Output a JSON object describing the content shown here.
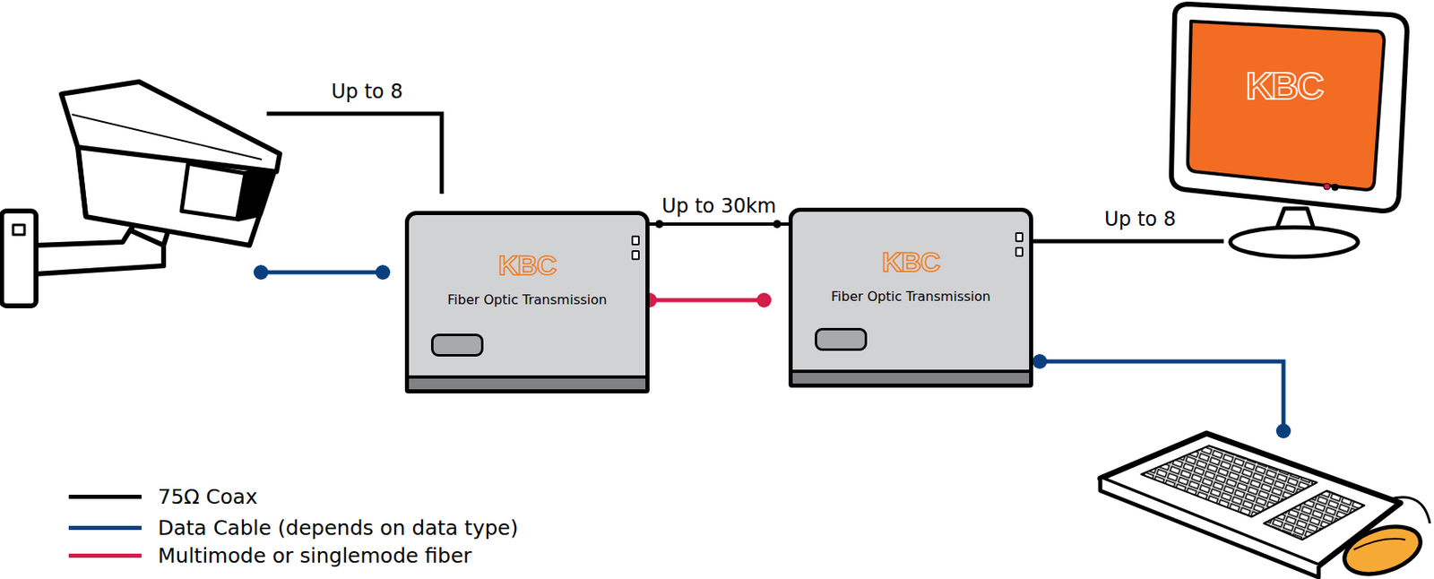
{
  "diagram": {
    "nodes": [
      {
        "text": [
          "KBC",
          "Fiber Optic Transmission"
        ]
      },
      {
        "text": [
          "KBC",
          "Fiber Optic Transmission"
        ]
      }
    ],
    "edges": [
      {
        "from": 0,
        "to": 1,
        "label": "Up to 30km",
        "arrow": "none"
      }
    ],
    "labels": [
      "Up to 8",
      "Up to 8",
      "KBC"
    ],
    "legend": [
      {
        "text": "75Ω Coax",
        "color": "#000000"
      },
      {
        "text": "Data Cable (depends on data type)",
        "color": "#0a3f7e"
      },
      {
        "text": "Multimode or singlemode fiber",
        "color": "#d51c4a"
      }
    ]
  }
}
